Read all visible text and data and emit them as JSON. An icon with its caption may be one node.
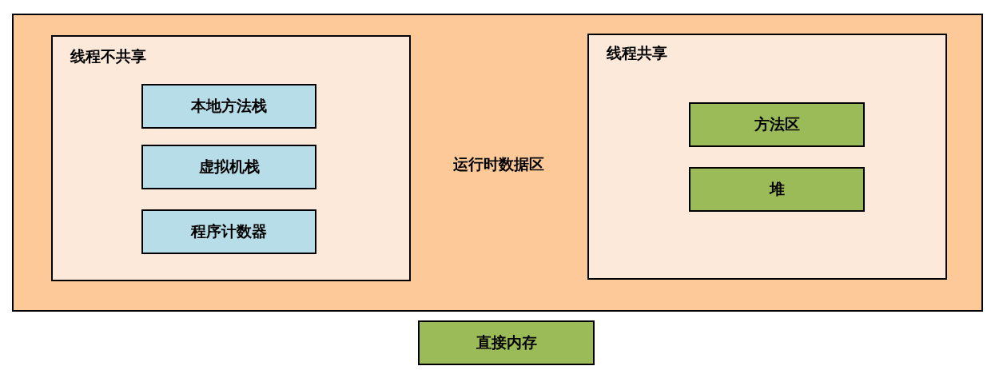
{
  "diagram": {
    "nodes": [
      {
        "text": [
          "运行时数据区"
        ]
      },
      {
        "text": [
          "线程不共享"
        ],
        "in": 0
      },
      {
        "text": [
          "本地方法栈"
        ],
        "in": 1
      },
      {
        "text": [
          "虚拟机栈"
        ],
        "in": 1
      },
      {
        "text": [
          "程序计数器"
        ],
        "in": 1
      },
      {
        "text": [
          "线程共享"
        ],
        "in": 0
      },
      {
        "text": [
          "方法区"
        ],
        "in": 5
      },
      {
        "text": [
          "堆"
        ],
        "in": 5
      },
      {
        "text": [
          "直接内存"
        ]
      }
    ]
  }
}
